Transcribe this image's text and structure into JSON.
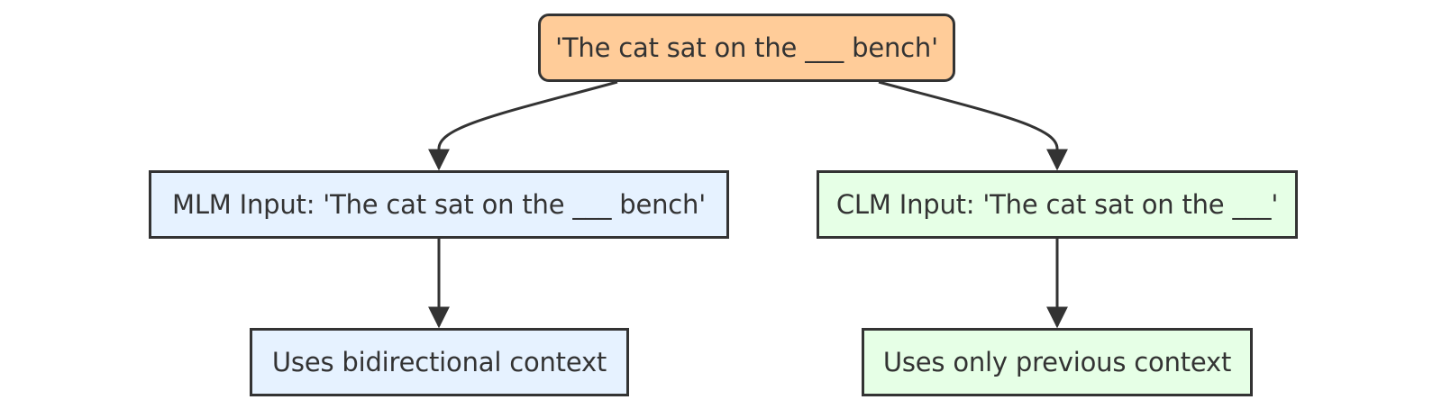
{
  "diagram": {
    "root": {
      "label": "'The cat sat on the ___ bench'"
    },
    "mlm_input": {
      "label": "MLM Input: 'The cat sat on the ___ bench'"
    },
    "clm_input": {
      "label": "CLM Input: 'The cat sat on the ___'"
    },
    "mlm_output": {
      "label": "Uses bidirectional context"
    },
    "clm_output": {
      "label": "Uses only previous context"
    },
    "colors": {
      "root_fill": "#ffcc99",
      "mlm_fill": "#e6f2ff",
      "clm_fill": "#e6ffe6",
      "stroke": "#333333"
    }
  }
}
